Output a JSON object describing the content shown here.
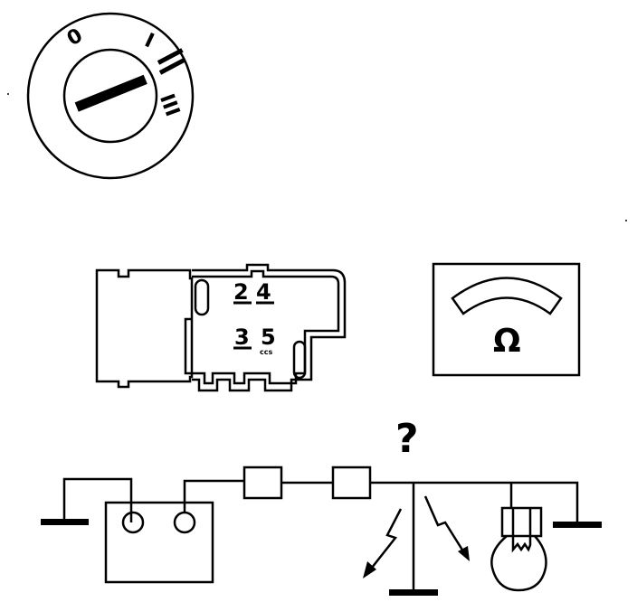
{
  "ignition_switch": {
    "positions": [
      "0",
      "I",
      "II",
      "III"
    ]
  },
  "connector": {
    "terminals_top": [
      "2",
      "4"
    ],
    "terminals_bottom": [
      "3",
      "5"
    ],
    "sub_label": "ccs"
  },
  "ohmmeter": {
    "symbol": "Ω"
  },
  "circuit": {
    "question_mark": "?"
  }
}
